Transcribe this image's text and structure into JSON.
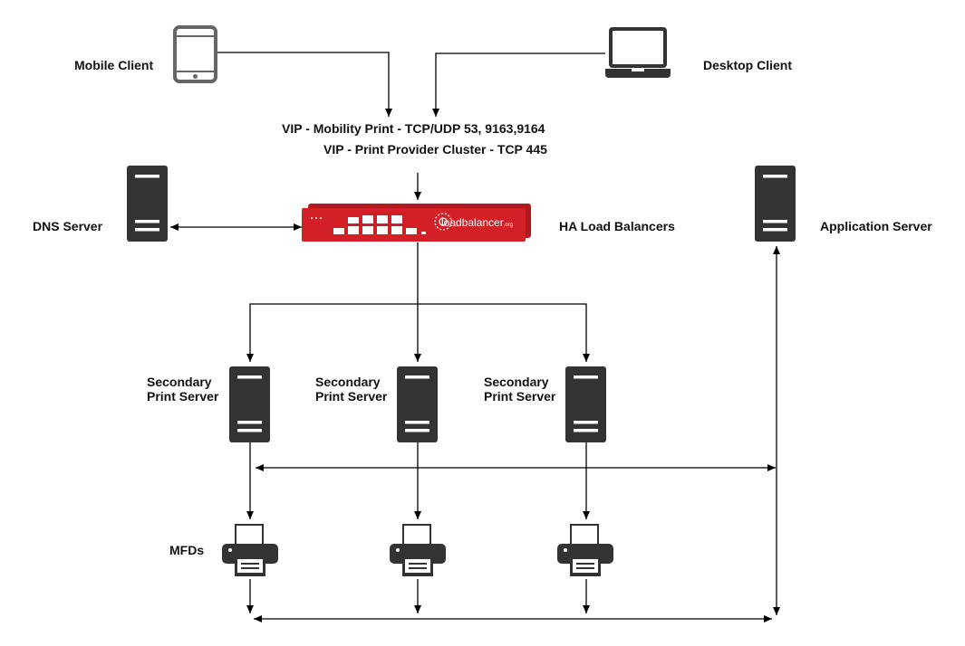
{
  "nodes": {
    "mobile_client": {
      "label": "Mobile Client",
      "icon": "mobile-phone-icon"
    },
    "desktop_client": {
      "label": "Desktop Client",
      "icon": "laptop-icon"
    },
    "dns_server": {
      "label": "DNS Server",
      "icon": "server-icon"
    },
    "load_balancers": {
      "label": "HA Load Balancers",
      "icon": "load-balancer-appliance-icon",
      "brand_text": "loadbalancer",
      "brand_suffix": ".org"
    },
    "application_server": {
      "label": "Application Server",
      "icon": "server-icon"
    },
    "print_servers": [
      {
        "line1": "Secondary",
        "line2": "Print Server"
      },
      {
        "line1": "Secondary",
        "line2": "Print Server"
      },
      {
        "line1": "Secondary",
        "line2": "Print Server"
      }
    ],
    "mfds": {
      "label": "MFDs",
      "icon": "printer-icon"
    }
  },
  "vips": {
    "line1": "VIP - Mobility Print - TCP/UDP 53, 9163,9164",
    "line2": "VIP - Print Provider Cluster - TCP 445"
  },
  "colors": {
    "device": "#333333",
    "device_dark": "#2f2f2f",
    "grey_device": "#666666",
    "appliance_red": "#d32027",
    "line": "#000000"
  }
}
